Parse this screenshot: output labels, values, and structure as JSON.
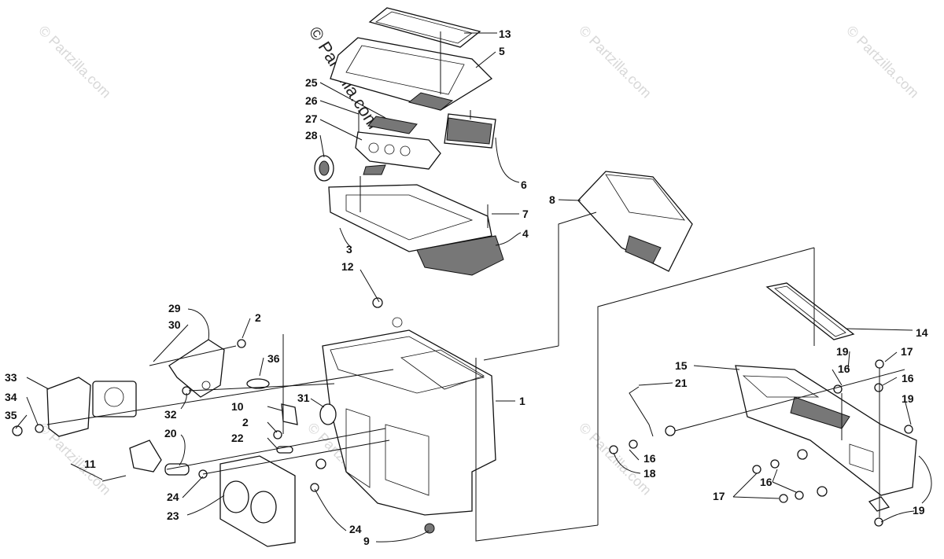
{
  "watermark": {
    "main": "© Partzilla.com",
    "repeat": "© Partzilla.com"
  },
  "labels": [
    "13",
    "5",
    "25",
    "26",
    "27",
    "28",
    "6",
    "8",
    "7",
    "4",
    "3",
    "12",
    "14",
    "29",
    "30",
    "2",
    "36",
    "1",
    "17",
    "19",
    "16",
    "15",
    "21",
    "16",
    "19",
    "33",
    "34",
    "35",
    "31",
    "10",
    "2",
    "22",
    "20",
    "32",
    "11",
    "24",
    "23",
    "24",
    "9",
    "16",
    "18",
    "16",
    "17",
    "19"
  ]
}
